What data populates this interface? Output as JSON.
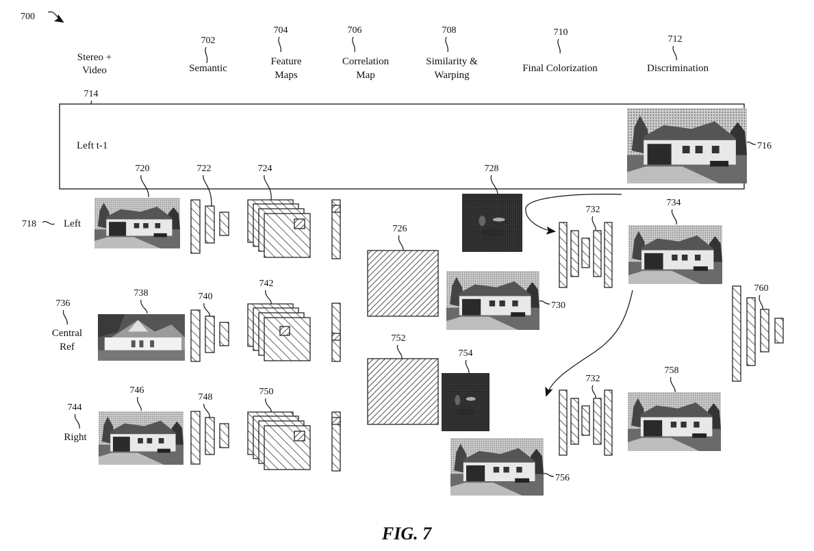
{
  "figure": {
    "id": "700",
    "caption": "FIG. 7"
  },
  "column_headers": [
    {
      "ref": "",
      "line1": "Stereo +",
      "line2": "Video"
    },
    {
      "ref": "702",
      "line1": "Semantic",
      "line2": ""
    },
    {
      "ref": "704",
      "line1": "Feature",
      "line2": "Maps"
    },
    {
      "ref": "706",
      "line1": "Correlation",
      "line2": "Map"
    },
    {
      "ref": "708",
      "line1": "Similarity &",
      "line2": "Warping"
    },
    {
      "ref": "710",
      "line1": "Final Colorization",
      "line2": ""
    },
    {
      "ref": "712",
      "line1": "Discrimination",
      "line2": ""
    }
  ],
  "previous_frame": {
    "ref": "714",
    "label": "Left t-1",
    "image_ref": "716"
  },
  "rows": [
    {
      "ref": "718",
      "line1": "Left",
      "line2": "",
      "image_ref": "720",
      "semantic_ref": "722",
      "feature_ref": "724"
    },
    {
      "ref": "736",
      "line1": "Central",
      "line2": "Ref",
      "image_ref": "738",
      "semantic_ref": "740",
      "feature_ref": "742"
    },
    {
      "ref": "744",
      "line1": "Right",
      "line2": "",
      "image_ref": "746",
      "semantic_ref": "748",
      "feature_ref": "750"
    }
  ],
  "correlation_maps": [
    {
      "ref": "726"
    },
    {
      "ref": "752"
    }
  ],
  "similarity_maps": [
    {
      "ref": "728"
    },
    {
      "ref": "754"
    }
  ],
  "warped_images": [
    {
      "ref": "730"
    },
    {
      "ref": "756"
    }
  ],
  "colorization_networks": [
    {
      "ref": "732"
    },
    {
      "ref": "732"
    }
  ],
  "colorized_outputs": [
    {
      "ref": "734"
    },
    {
      "ref": "758"
    }
  ],
  "discriminator": {
    "ref": "760"
  }
}
